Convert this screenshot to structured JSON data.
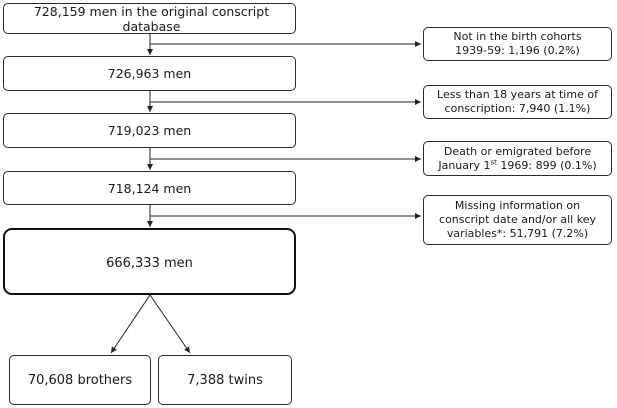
{
  "flow": {
    "main_boxes": [
      "728,159 men in the original conscript database",
      "726,963 men",
      "719,023 men",
      "718,124 men",
      "666,333 men"
    ],
    "exclusions": [
      {
        "line1": "Not in the birth cohorts",
        "line2": "1939-59: 1,196 (0.2%)"
      },
      {
        "line1": "Less than 18 years at  time of",
        "line2": "conscription: 7,940 (1.1%)"
      },
      {
        "line1": "Death or emigrated before",
        "line2_pre": "January 1",
        "line2_sup": "st",
        "line2_post": " 1969: 899 (0.1%)"
      },
      {
        "line1": "Missing information on",
        "line2": "conscript date and/or all key",
        "line3": "variables*: 51,791 (7.2%)"
      }
    ],
    "outcomes": [
      "70,608 brothers",
      "7,388 twins"
    ]
  }
}
